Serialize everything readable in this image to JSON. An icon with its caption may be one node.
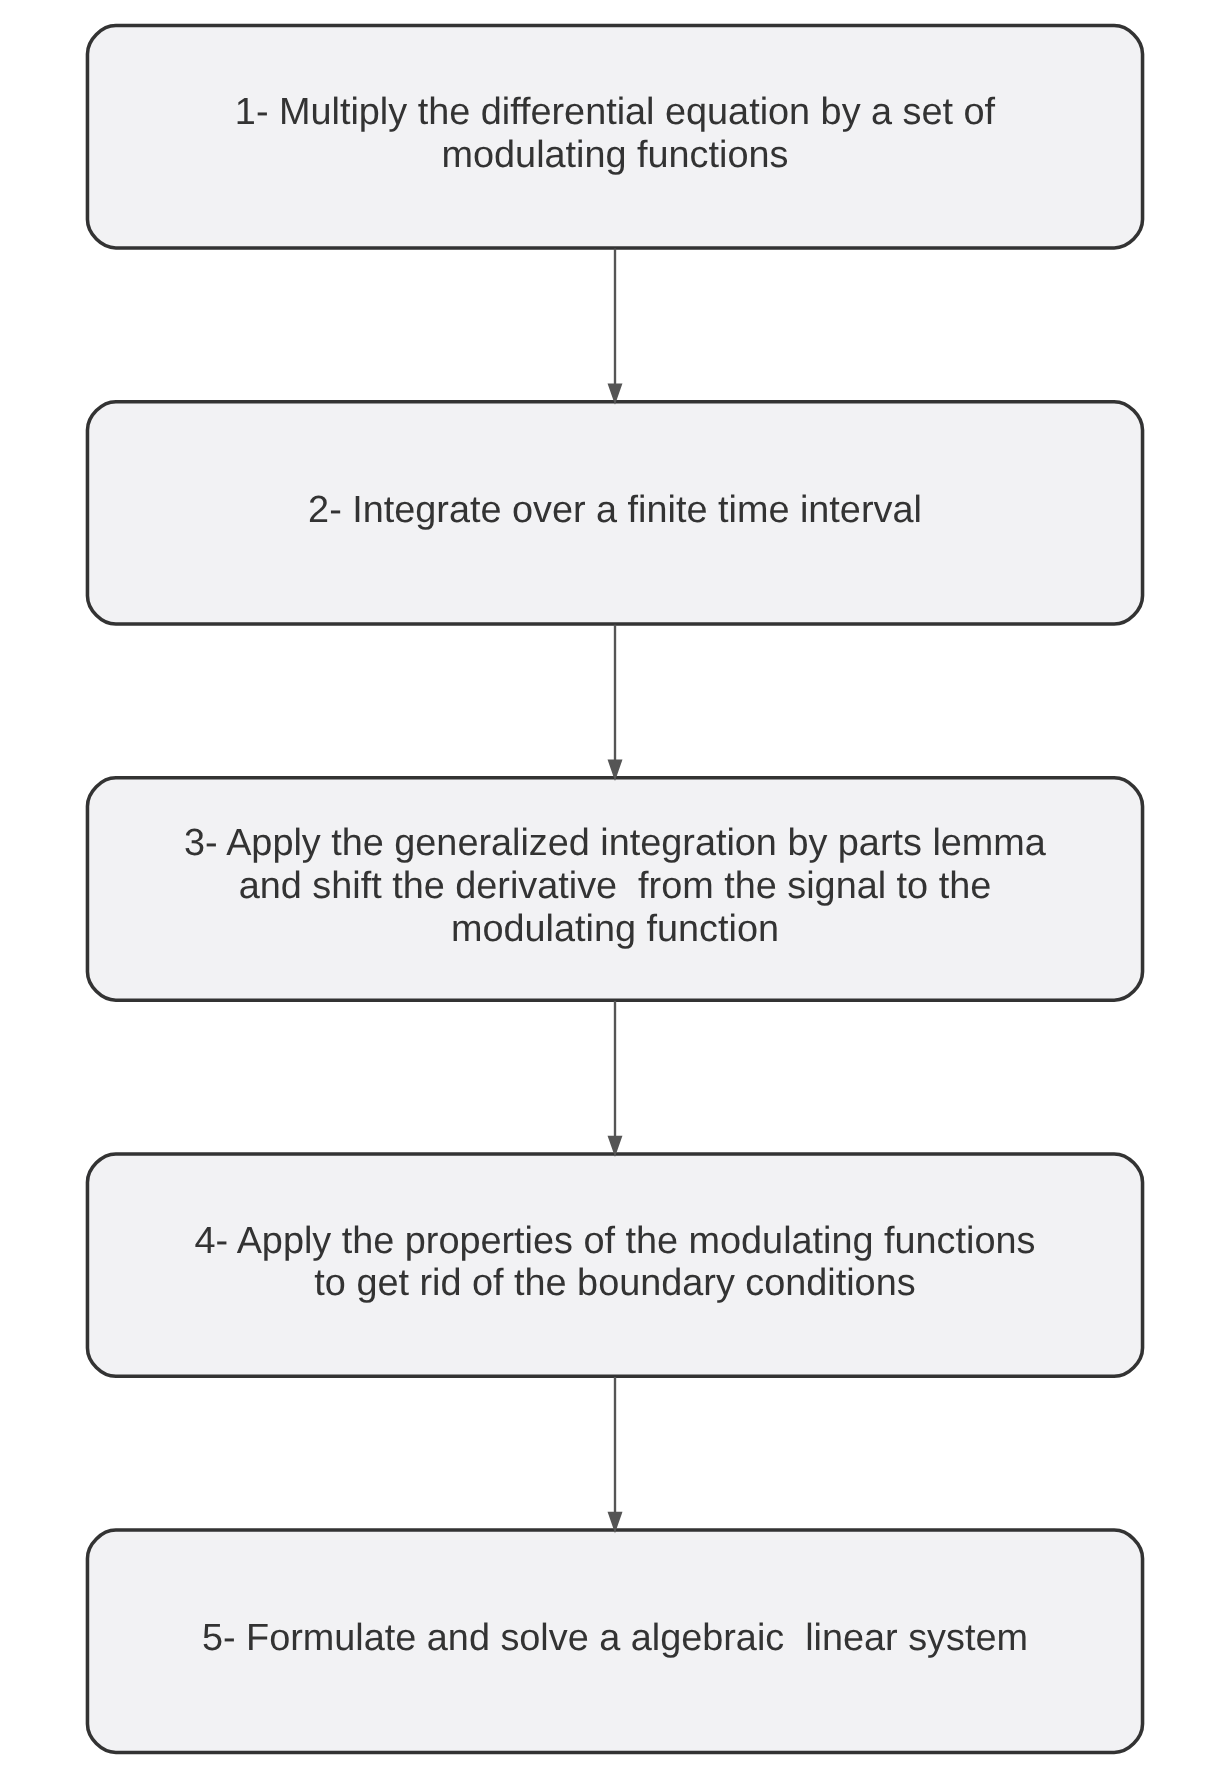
{
  "diagram": {
    "nodes": [
      {
        "text": [
          "1- Multiply the differential equation by a set of modulating functions"
        ]
      },
      {
        "text": [
          "2- Integrate over a finite time interval"
        ]
      },
      {
        "text": [
          "3- Apply the generalized integration by parts lemma and shift the derivative  from the signal to the modulating function"
        ]
      },
      {
        "text": [
          "4- Apply the properties of the modulating functions to get rid of the boundary conditions"
        ]
      },
      {
        "text": [
          "5- Formulate and solve a algebraic  linear system"
        ]
      }
    ],
    "edges": [
      {
        "from": 0,
        "to": 1,
        "arrow": "to"
      },
      {
        "from": 1,
        "to": 2,
        "arrow": "to"
      },
      {
        "from": 2,
        "to": 3,
        "arrow": "to"
      },
      {
        "from": 3,
        "to": 4,
        "arrow": "to"
      }
    ]
  }
}
